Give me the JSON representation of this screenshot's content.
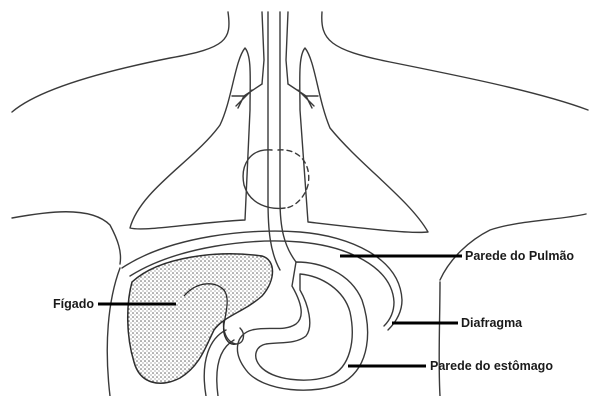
{
  "labels": {
    "liver": "Fígado",
    "lung_wall": "Parede do Pulmão",
    "diaphragm": "Diafragma",
    "stomach_wall": "Parede do estômago"
  }
}
